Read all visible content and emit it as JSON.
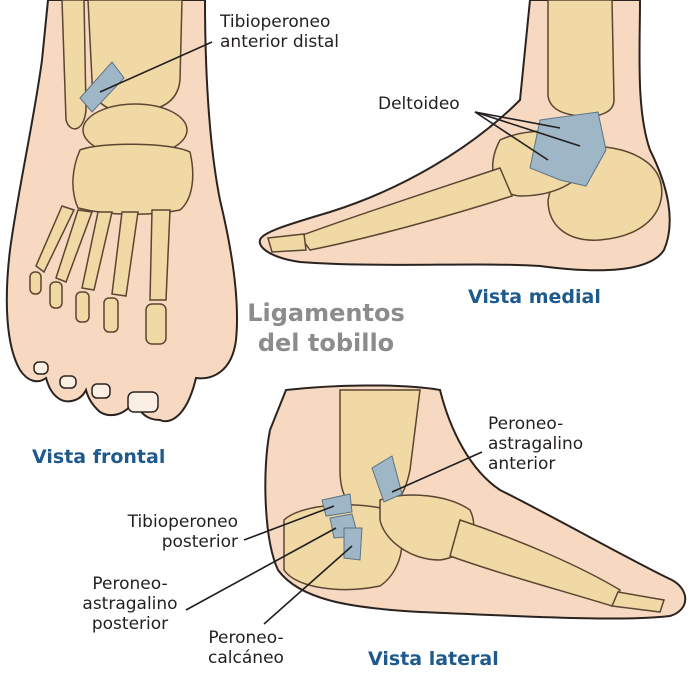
{
  "title": {
    "line1": "Ligamentos",
    "line2": "del tobillo"
  },
  "views": {
    "frontal": "Vista frontal",
    "medial": "Vista medial",
    "lateral": "Vista lateral"
  },
  "labels": {
    "tibioperoneo_anterior_distal": [
      "Tibioperoneo",
      "anterior distal"
    ],
    "deltoideo": "Deltoideo",
    "peroneo_astragalino_anterior": [
      "Peroneo-",
      "astragalino",
      "anterior"
    ],
    "tibioperoneo_posterior": [
      "Tibioperoneo",
      "posterior"
    ],
    "peroneo_astragalino_posterior": [
      "Peroneo-",
      "astragalino",
      "posterior"
    ],
    "peroneo_calcaneo": [
      "Peroneo-",
      "calcáneo"
    ]
  },
  "colors": {
    "skin": "#f6d9c0",
    "skin_outline": "#2b2320",
    "bone": "#f1d9a6",
    "bone_shadow": "#d9b77a",
    "ligament": "#9fb6c6",
    "view_label": "#1f5a8e",
    "title": "#8c8c8c"
  }
}
